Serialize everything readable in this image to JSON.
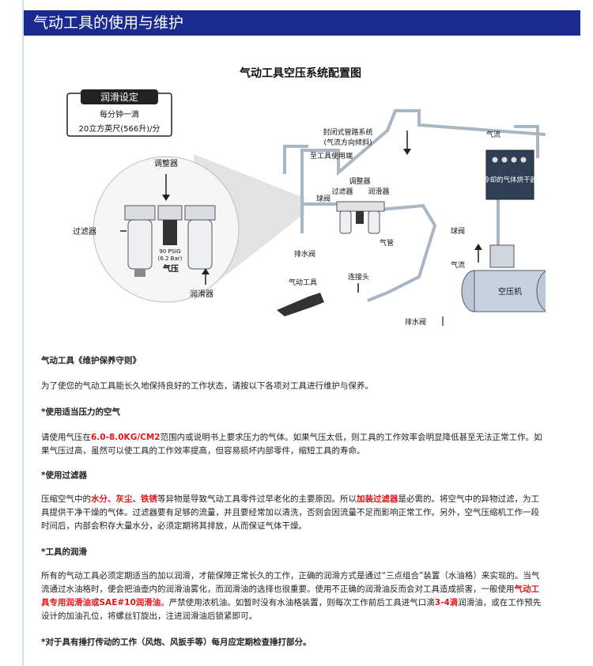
{
  "header": {
    "title": "气动工具的使用与维护"
  },
  "diagram": {
    "title": "气动工具空压系统配置图",
    "lube_box": {
      "heading": "润滑设定",
      "line1": "每分钟一滴",
      "line2": "20立方英尺(566升)/分"
    },
    "labels": {
      "regulator_zoom": "调整器",
      "filter_zoom": "过滤器",
      "pressure_zoom": "气压",
      "lubricator_zoom": "润滑器",
      "gauge_psi": "90 PSIG",
      "gauge_bar": "(6.2 Bar)",
      "closed_pipe": "封闭式管路系统",
      "closed_pipe_sub": "(气流方向倾斜)",
      "to_tool_end": "至工具使用端",
      "airflow_top": "气流",
      "dryer": "冷却的气体烘干器",
      "regulator": "调整器",
      "filter": "过滤器",
      "lubricator": "润滑器",
      "ball_valve_left": "球阀",
      "drain_left": "排水阀",
      "air_hose": "气管",
      "ball_valve_right": "球阀",
      "airflow_right": "气流",
      "pneumatic_tool": "气动工具",
      "connector": "连接头",
      "compressor": "空压机",
      "drain_bottom": "排水阀"
    }
  },
  "content": {
    "intro_title": "气动工具《维护保养守则》",
    "intro": "为了使您的气动工具能长久地保持良好的工作状态，请按以下各项对工具进行维护与保养。",
    "sec1_title": "*使用适当压力的空气",
    "sec1": {
      "a": "请使用气压在",
      "hl": "6.0-8.0KG/CM2",
      "b": "范围内或说明书上要求压力的气体。如果气压太低，则工具的工作效率会明显降低甚至无法正常工作。如果气压过高，虽然可以使工具的工作效率提高，但容易损坏内部零件，缩短工具的寿命。"
    },
    "sec2_title": "*使用过滤器",
    "sec2": {
      "a": "压缩空气中的",
      "hl1": "水分、灰尘、铁锈",
      "b": "等异物是导致气动工具零件过早老化的主要原因。所以",
      "hl2": "加装过滤器",
      "c": "是必需的。将空气中的异物过滤，为工具提供干净干燥的气体。过滤器要有足够的流量，并且要经常加以清洗，否则会因流量不足而影响正常工作。另外，空气压缩机工作一段时间后，内部会积存大量水分，必须定期将其排放，从而保证气体干燥。"
    },
    "sec3_title": "*工具的润滑",
    "sec3": {
      "a": "所有的气动工具必须定期适当的加以润滑，才能保障正常长久的工作，正确的润滑方式是通过“三点组合”装置（水油格）来实现的。当气流通过水油格时，便会把油壶内的润滑油雾化，而润滑油的选择也很重要。使用不正确的润滑油反而会对工具造成损害，一般使用",
      "hl1": "气动工具专用润滑油或SAE#10润滑油",
      "b": "。严禁使用浓机油。如暂时没有水油格装置，则每次工作前后工具进气口滴",
      "hl2": "3-4滴",
      "c": "润滑油，或在工作预先设计的加油孔位，将螺丝钉旋出，注进润滑油后锁紧即可。"
    },
    "sec4_title": "*对于具有捶打传动的工作（风炮、风扳手等）每月应定期检查捶打部分。"
  }
}
